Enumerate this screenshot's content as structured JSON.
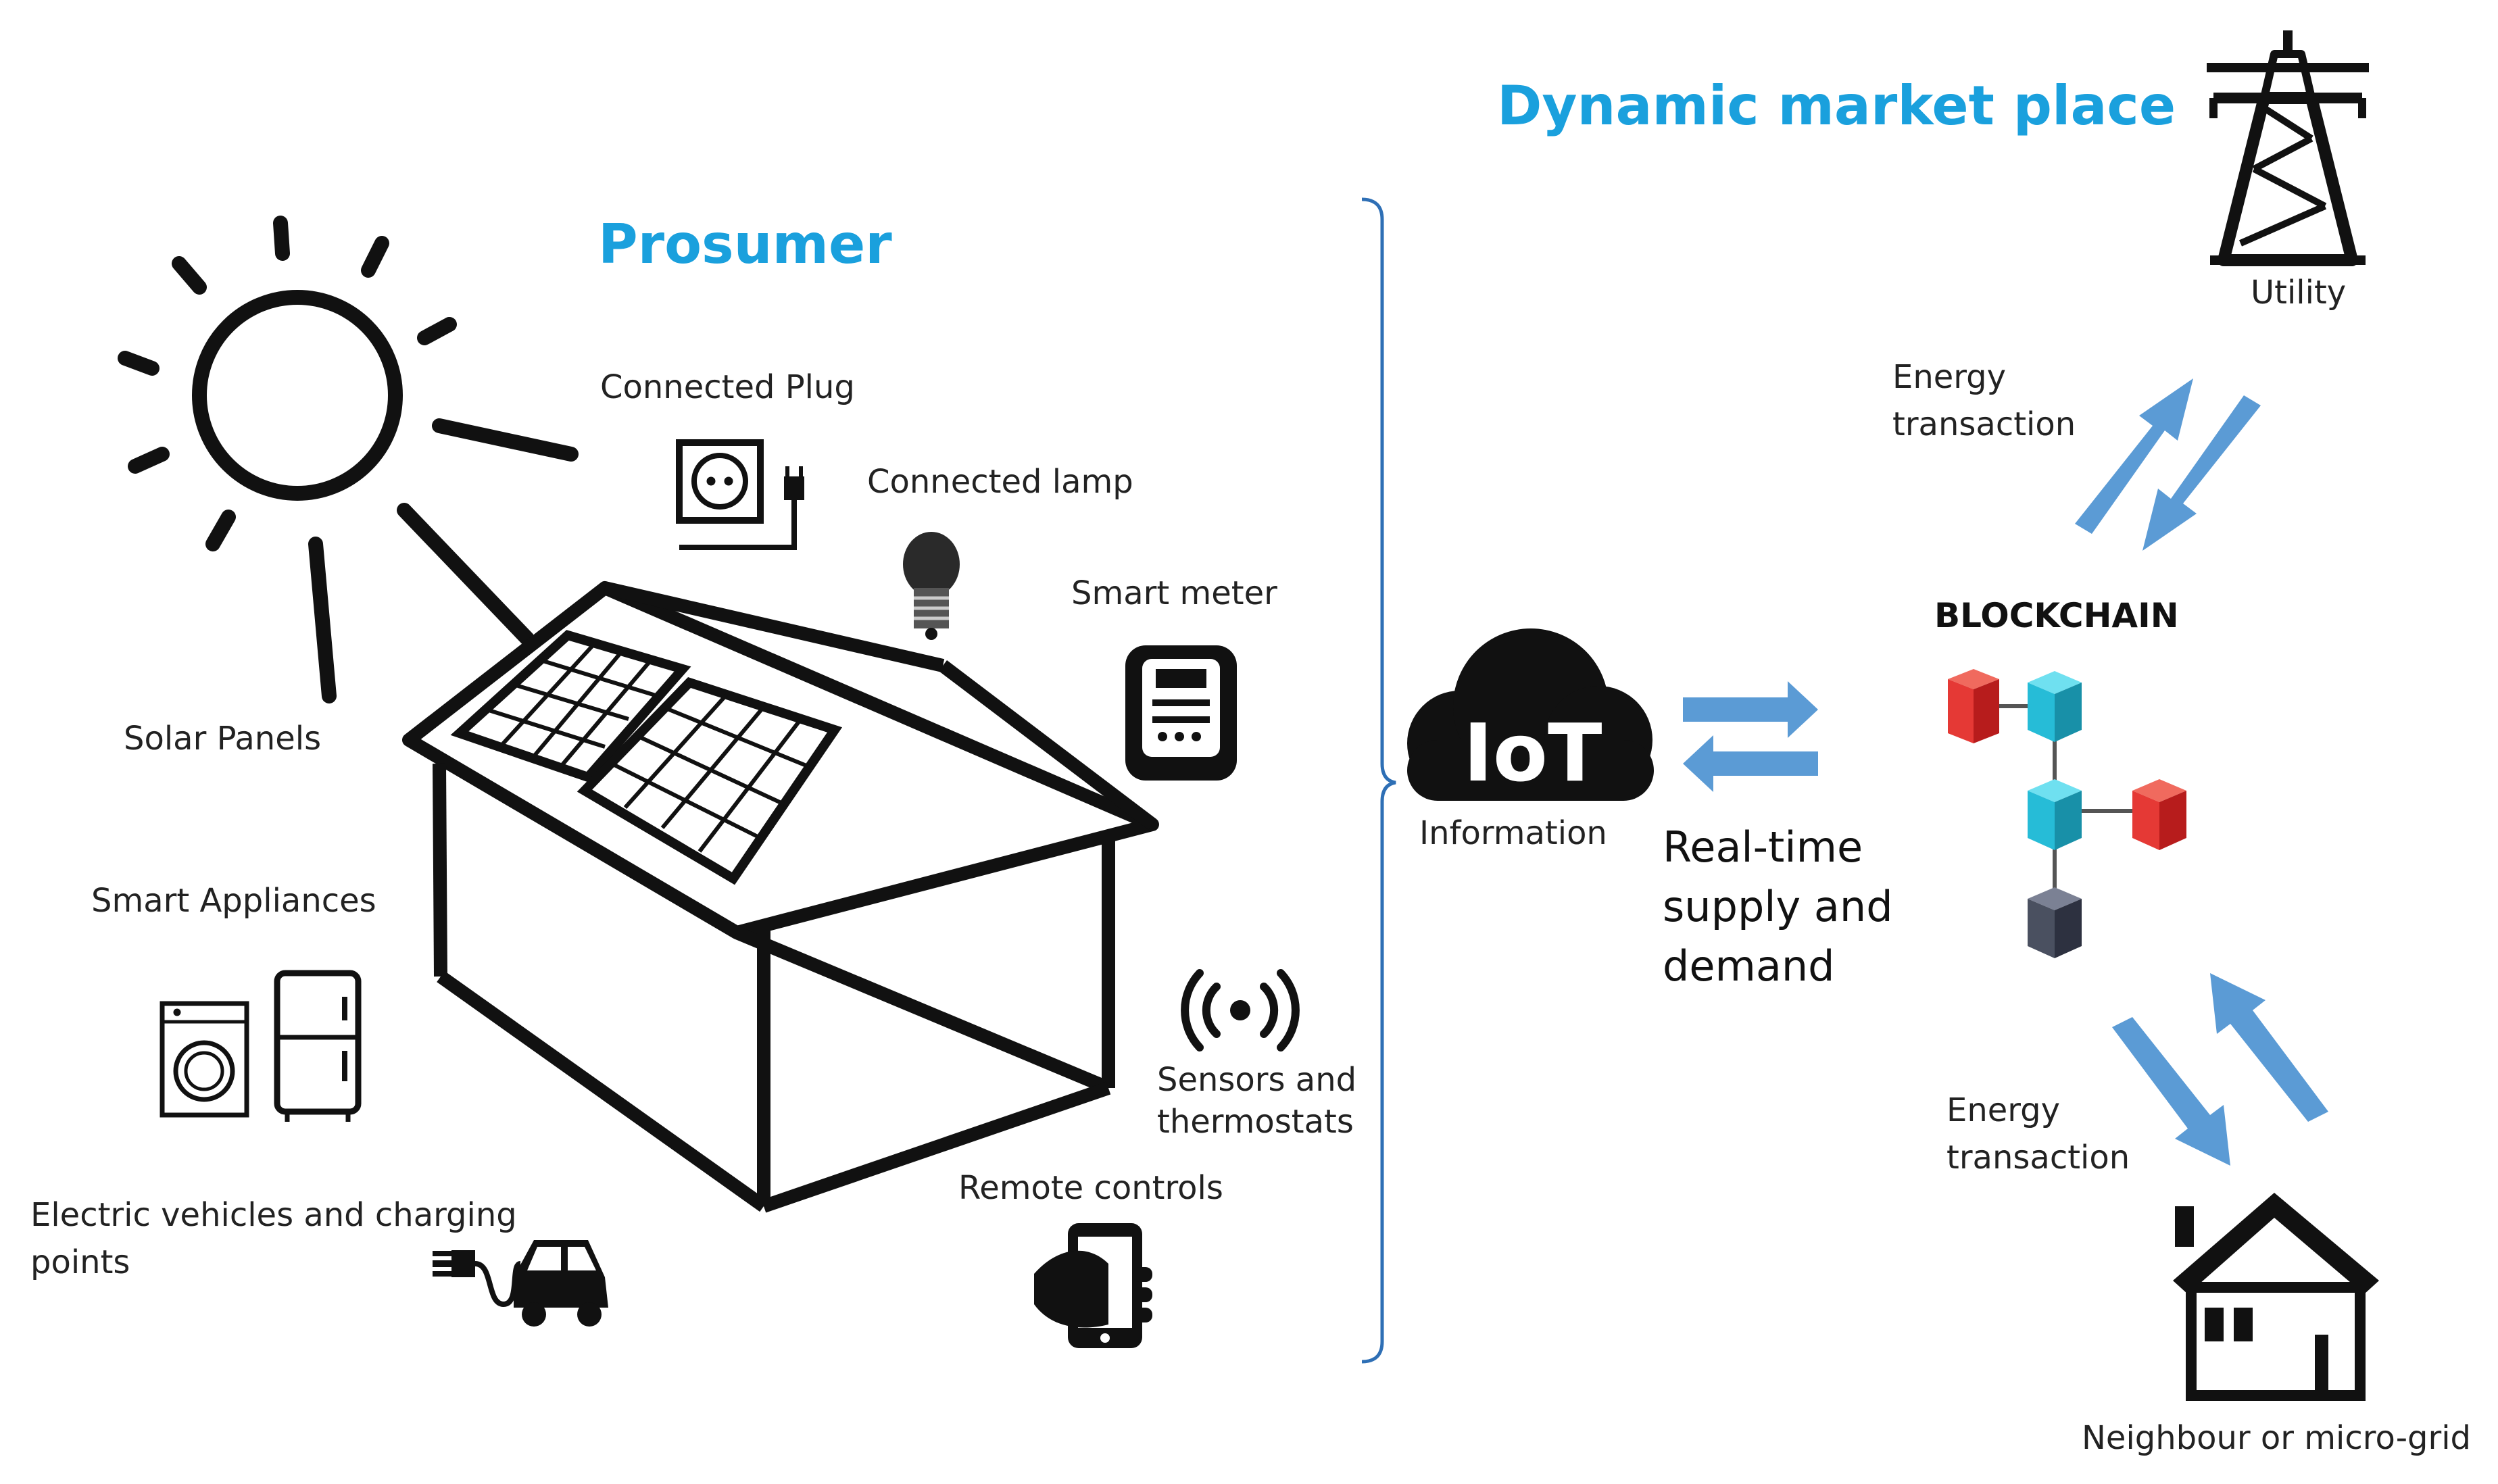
{
  "titles": {
    "dynamic_market": "Dynamic market place",
    "prosumer": "Prosumer"
  },
  "prosumer_labels": {
    "connected_plug": "Connected Plug",
    "connected_lamp": "Connected lamp",
    "smart_meter": "Smart meter",
    "solar_panels": "Solar Panels",
    "smart_appliances": "Smart Appliances",
    "sensors_line1": "Sensors and",
    "sensors_line2": "thermostats",
    "ev_line1": "Electric vehicles and charging",
    "ev_line2": "points",
    "remote_controls": "Remote controls"
  },
  "iot": {
    "logo_text": "IoT",
    "label": "Information",
    "realtime_line1": "Real-time",
    "realtime_line2": "supply and",
    "realtime_line3": "demand"
  },
  "market": {
    "utility": "Utility",
    "blockchain": "BLOCKCHAIN",
    "energy_top_line1": "Energy",
    "energy_top_line2": "transaction",
    "energy_bottom_line1": "Energy",
    "energy_bottom_line2": "transaction",
    "neighbour": "Neighbour or micro-grid"
  },
  "colors": {
    "title_blue": "#1aa0dd",
    "arrow_blue": "#5b9bd5",
    "bracket_blue": "#2e6fb5",
    "cube_red": "#e53935",
    "cube_teal": "#26bcd7",
    "cube_gray": "#4a5060"
  },
  "icons": [
    "sun-icon",
    "solar-panel-icon",
    "house-outline",
    "plug-icon",
    "lamp-icon",
    "smart-meter-icon",
    "washing-machine-icon",
    "fridge-icon",
    "sensor-signal-icon",
    "car-icon",
    "phone-hand-icon",
    "cloud-icon",
    "transmission-tower-icon",
    "blockchain-cubes-icon",
    "house-icon"
  ]
}
